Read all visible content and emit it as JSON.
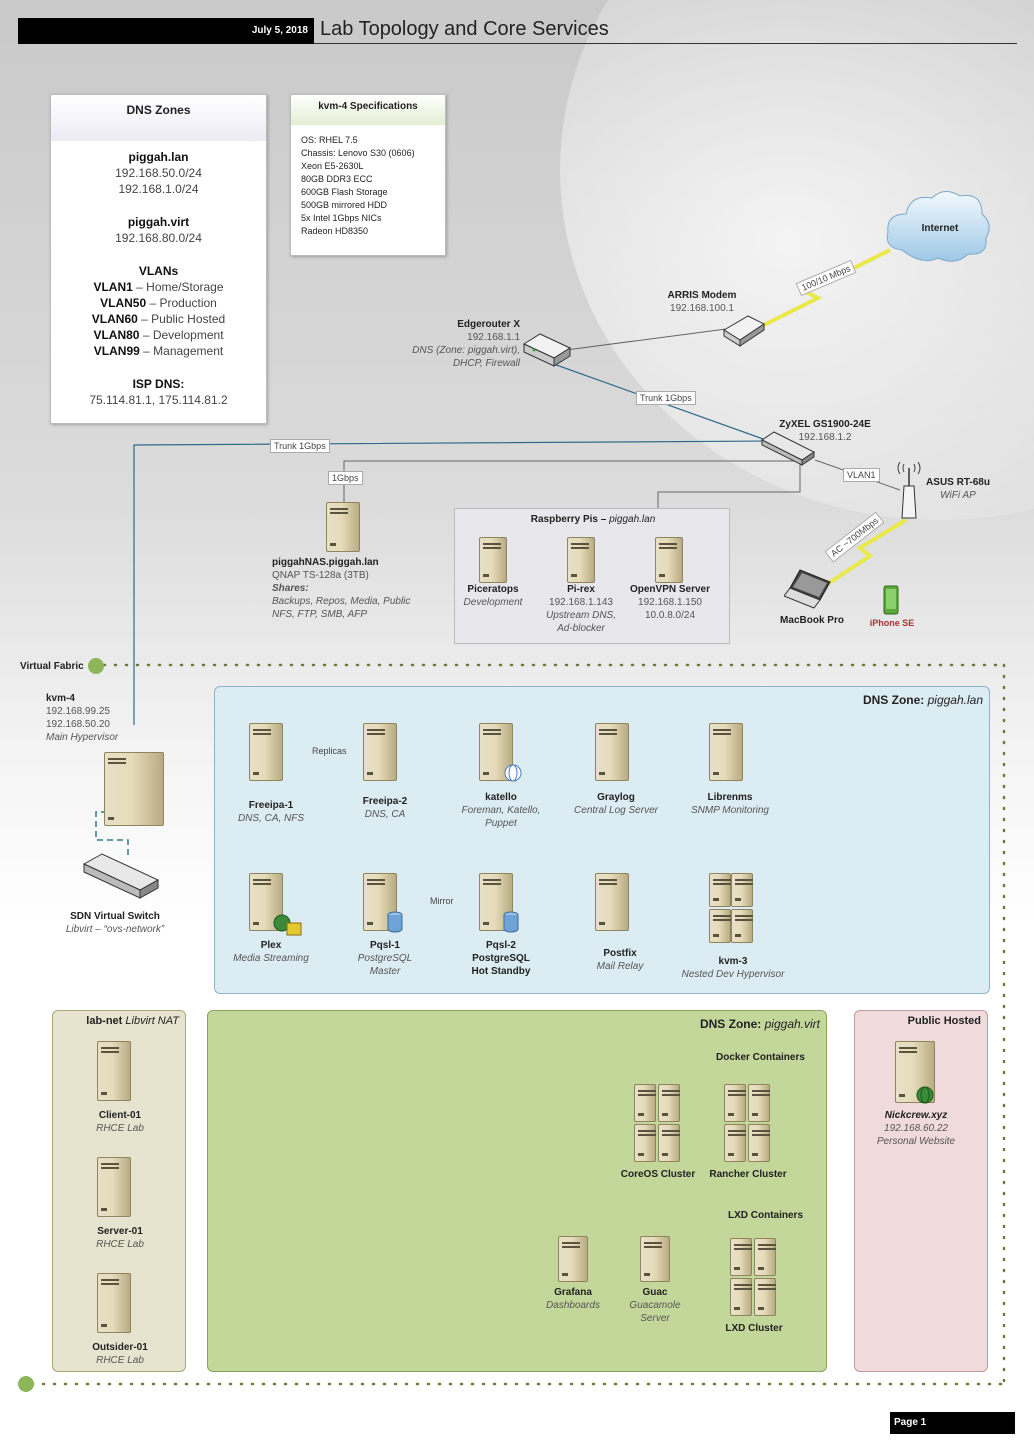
{
  "header": {
    "date": "July 5, 2018",
    "title": "Lab Topology and Core Services"
  },
  "footer": {
    "page": "Page 1"
  },
  "dns_box": {
    "title": "DNS Zones",
    "lan": "piggah.lan",
    "lan_net1": "192.168.50.0/24",
    "lan_net2": "192.168.1.0/24",
    "virt": "piggah.virt",
    "virt_net": "192.168.80.0/24",
    "vlans_title": "VLANs",
    "vlans": [
      {
        "id": "VLAN1",
        "name": " – Home/Storage"
      },
      {
        "id": "VLAN50",
        "name": " – Production"
      },
      {
        "id": "VLAN60",
        "name": " – Public Hosted"
      },
      {
        "id": "VLAN80",
        "name": " – Development"
      },
      {
        "id": "VLAN99",
        "name": " – Management"
      }
    ],
    "isp_title": "ISP DNS:",
    "isp_dns": "75.114.81.1, 175.114.81.2"
  },
  "spec_box": {
    "title": "kvm-4 Specifications",
    "lines": [
      "OS: RHEL 7.5",
      "Chassis: Lenovo S30 (0606)",
      "Xeon E5-2630L",
      "80GB DDR3 ECC",
      "600GB Flash Storage",
      "500GB mirrored HDD",
      "5x Intel 1Gbps NICs",
      "Radeon HD8350"
    ]
  },
  "internet": {
    "label": "Internet"
  },
  "modem": {
    "name": "ARRIS Modem",
    "ip": "192.168.100.1",
    "link": "100/10 Mbps"
  },
  "router": {
    "name": "Edgerouter X",
    "ip": "192.168.1.1",
    "role1": "DNS (Zone: piggah.virt),",
    "role2": "DHCP, Firewall"
  },
  "switch": {
    "name": "ZyXEL GS1900-24E",
    "ip": "192.168.1.2"
  },
  "links": {
    "router_switch": "Trunk 1Gbps",
    "switch_kvm": "Trunk 1Gbps",
    "nas": "1Gbps",
    "ap": "VLAN1",
    "wifi": "AC ~700Mbps",
    "replicas": "Replicas",
    "mirror": "Mirror"
  },
  "ap": {
    "name": "ASUS RT-68u",
    "role": "WiFi AP"
  },
  "macbook": {
    "name": "MacBook Pro"
  },
  "iphone": {
    "name": "iPhone SE"
  },
  "nas": {
    "name": "piggahNAS.piggah.lan",
    "model": "QNAP TS-128a (3TB)",
    "shares_title": "Shares:",
    "shares1": "Backups, Repos, Media, Public",
    "shares2": "NFS, FTP, SMB, AFP"
  },
  "pis": {
    "title": "Raspberry Pis – ",
    "zone": "piggah.lan",
    "items": [
      {
        "name": "Piceratops",
        "l1": "Development",
        "l2": "",
        "l3": ""
      },
      {
        "name": "Pi-rex",
        "l1": "192.168.1.143",
        "l2": "Upstream DNS,",
        "l3": "Ad-blocker"
      },
      {
        "name": "OpenVPN Server",
        "l1": "192.168.1.150",
        "l2": "10.0.8.0/24",
        "l3": ""
      }
    ]
  },
  "fabric": {
    "label": "Virtual Fabric"
  },
  "kvm4": {
    "name": "kvm-4",
    "ip1": "192.168.99.25",
    "ip2": "192.168.50.20",
    "role": "Main Hypervisor"
  },
  "vswitch": {
    "name": "SDN Virtual Switch",
    "role": "Libvirt – “ovs-network”"
  },
  "lan_zone": {
    "title": "DNS Zone: ",
    "zone": "piggah.lan",
    "servers": [
      {
        "name": "Freeipa-1",
        "desc": "DNS, CA, NFS",
        "desc2": ""
      },
      {
        "name": "Freeipa-2",
        "desc": "DNS, CA",
        "desc2": ""
      },
      {
        "name": "katello",
        "desc": "Foreman, Katello,",
        "desc2": "Puppet"
      },
      {
        "name": "Graylog",
        "desc": "Central Log Server",
        "desc2": ""
      },
      {
        "name": "Librenms",
        "desc": "SNMP Monitoring",
        "desc2": ""
      },
      {
        "name": "Plex",
        "desc": "Media Streaming",
        "desc2": ""
      },
      {
        "name": "Pqsl-1",
        "desc": "PostgreSQL",
        "desc2": "Master"
      },
      {
        "name": "Pqsl-2",
        "desc": "PostgreSQL",
        "desc2": "Hot Standby"
      },
      {
        "name": "Postfix",
        "desc": "Mail Relay",
        "desc2": ""
      },
      {
        "name": "kvm-3",
        "desc": "Nested Dev Hypervisor",
        "desc2": ""
      }
    ]
  },
  "labnet": {
    "title": "lab-net ",
    "sub": "Libvirt NAT",
    "servers": [
      {
        "name": "Client-01",
        "desc": "RHCE Lab"
      },
      {
        "name": "Server-01",
        "desc": "RHCE Lab"
      },
      {
        "name": "Outsider-01",
        "desc": "RHCE Lab"
      }
    ]
  },
  "virt_zone": {
    "title": "DNS Zone: ",
    "zone": "piggah.virt",
    "docker": "Docker Containers",
    "coreos": "CoreOS Cluster",
    "rancher": "Rancher Cluster",
    "lxd": "LXD Containers",
    "grafana": {
      "name": "Grafana",
      "desc": "Dashboards"
    },
    "guac": {
      "name": "Guac",
      "desc": "Guacamole",
      "desc2": "Server"
    },
    "lxd_cluster": "LXD Cluster"
  },
  "public": {
    "title": "Public Hosted",
    "name": "Nickcrew.xyz",
    "ip": "192.168.60.22",
    "desc": "Personal Website"
  }
}
